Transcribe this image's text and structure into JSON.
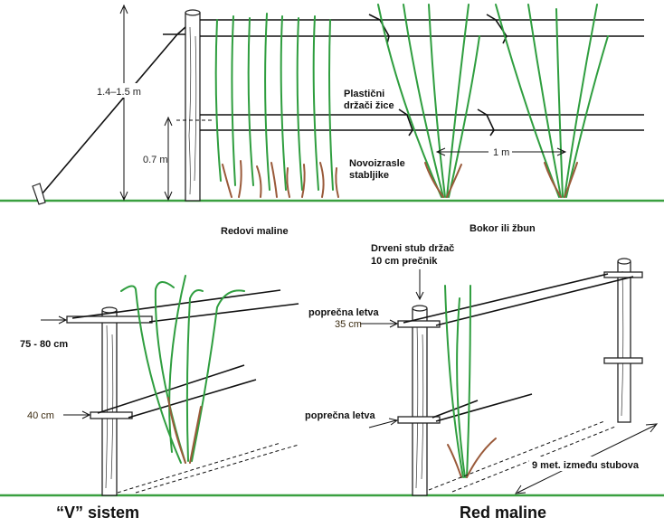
{
  "top_left": {
    "height_total": "1.4–1.5 m",
    "height_lower": "0.7 m",
    "wire_label_line1": "Plastični",
    "wire_label_line2": "držači žice",
    "shoots_label_line1": "Novoizrasle",
    "shoots_label_line2": "stabljike",
    "caption": "Redovi maline"
  },
  "top_right": {
    "spacing": "1 m",
    "caption": "Bokor ili žbun"
  },
  "bottom_left": {
    "upper_height": "75 - 80 cm",
    "lower_height": "40 cm",
    "title": "“V” sistem"
  },
  "bottom_right": {
    "post_label_line1": "Drveni stub držač",
    "post_label_line2": "10 cm prečnik",
    "crossbar_upper": "poprečna letva",
    "crossbar_upper_size": "35 cm",
    "crossbar_lower": "poprečna letva",
    "post_spacing": "9 met. između stubova",
    "title": "Red maline"
  },
  "colors": {
    "ground": "#3aa040",
    "cane_green": "#2f9e3f",
    "cane_brown": "#9a5a3a"
  }
}
